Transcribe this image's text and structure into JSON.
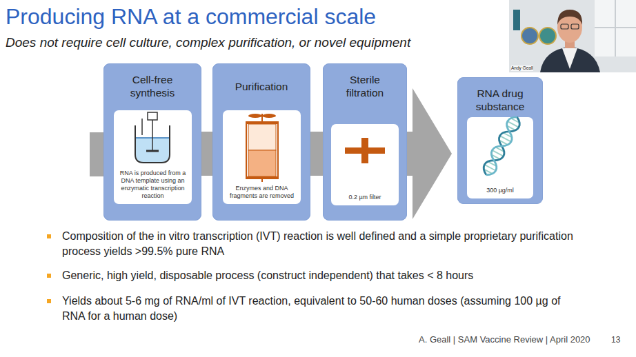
{
  "diagram": {
    "title": "Producing RNA at a commercial scale",
    "nodes": [
      {
        "text": [
          "Cell-free synthesis"
        ]
      },
      {
        "text": [
          "RNA is produced from a DNA template using an enzymatic transcription reaction"
        ],
        "in": 0
      },
      {
        "text": [
          "Purification"
        ]
      },
      {
        "text": [
          "Enzymes and DNA fragments are removed"
        ],
        "in": 2
      },
      {
        "text": [
          "Sterile filtration"
        ]
      },
      {
        "text": [
          "0.2 µm filter"
        ],
        "in": 4
      },
      {
        "text": [
          "RNA drug substance"
        ]
      },
      {
        "text": [
          "300 µg/ml"
        ],
        "in": 6
      }
    ],
    "edges": [
      {
        "from": 0,
        "to": 2,
        "arrow": "none"
      },
      {
        "from": 2,
        "to": 4,
        "arrow": "none"
      },
      {
        "from": 4,
        "to": 6,
        "arrow": "to"
      }
    ],
    "labels": [
      "Does not require cell culture, complex purification, or novel equipment",
      "Composition of the in vitro transcription (IVT) reaction is well defined and a simple proprietary purification process yields >99.5% pure RNA",
      "Generic, high yield, disposable process (construct independent) that takes < 8 hours",
      "Yields about 5-6 mg of RNA/ml of IVT reaction, equivalent to 50-60 human doses (assuming 100 µg of RNA for a human dose)",
      "A. Geall | SAM Vaccine Review | April 2020",
      "13",
      "Andy Geall"
    ]
  }
}
